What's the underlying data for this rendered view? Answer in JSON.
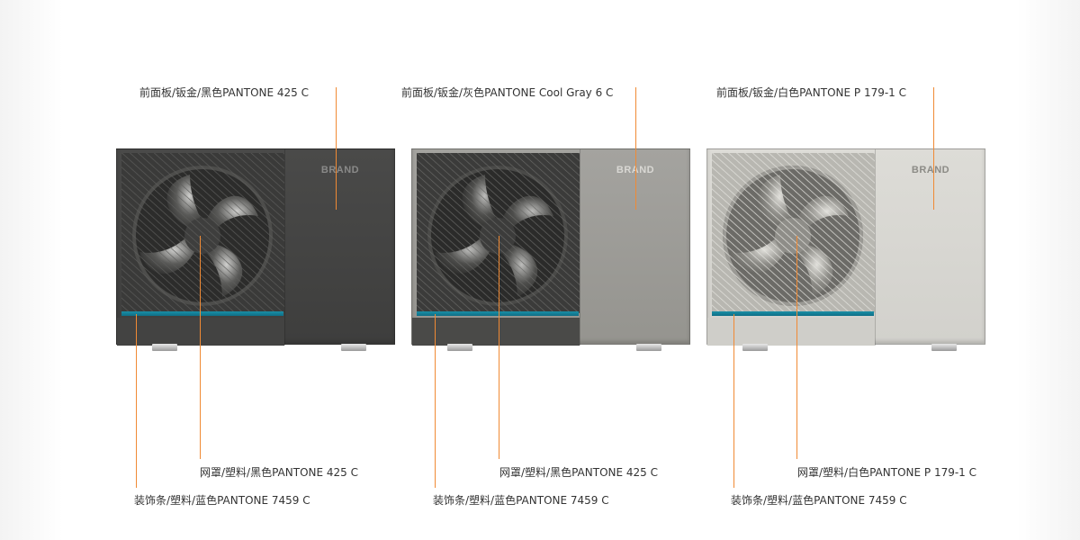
{
  "units": [
    {
      "brand": "BRAND",
      "front_panel_label": "前面板/钣金/黑色PANTONE 425 C",
      "grille_label": "网罩/塑料/黑色PANTONE 425 C",
      "trim_label": "装饰条/塑料/蓝色PANTONE 7459 C",
      "panel_color": "#454544",
      "grille_color": "#3a3a39"
    },
    {
      "brand": "BRAND",
      "front_panel_label": "前面板/钣金/灰色PANTONE Cool Gray 6 C",
      "grille_label": "网罩/塑料/黑色PANTONE 425 C",
      "trim_label": "装饰条/塑料/蓝色PANTONE 7459 C",
      "panel_color": "#a09f9b",
      "grille_color": "#3b3b3a"
    },
    {
      "brand": "BRAND",
      "front_panel_label": "前面板/钣金/白色PANTONE P 179-1 C",
      "grille_label": "网罩/塑料/白色PANTONE P 179-1 C",
      "trim_label": "装饰条/塑料/蓝色PANTONE 7459 C",
      "panel_color": "#d8d7d2",
      "grille_color": "#b8b7b1"
    }
  ],
  "leader_color": "#f08a34",
  "trim_color": "#1a8ea6"
}
